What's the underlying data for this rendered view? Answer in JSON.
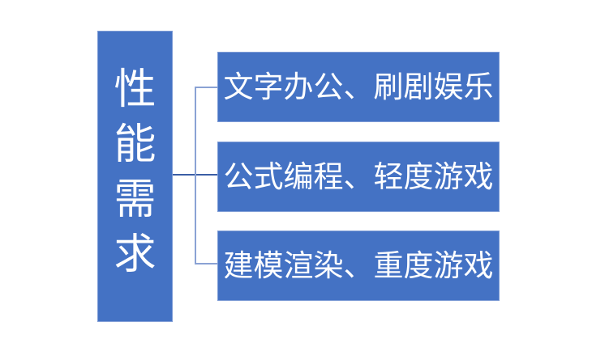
{
  "diagram": {
    "type": "hierarchy",
    "root": {
      "label": "性能需求"
    },
    "branches": [
      {
        "label": "文字办公、刷剧娱乐"
      },
      {
        "label": "公式编程、轻度游戏"
      },
      {
        "label": "建模渲染、重度游戏"
      }
    ],
    "colors": {
      "background": "#FFFFFF",
      "box_fill": "#4472C4",
      "box_border": "#7E9CD6",
      "connector_main": "#3B5EA5",
      "connector_light": "#8AA2D4",
      "text": "#FFFFFF"
    }
  }
}
